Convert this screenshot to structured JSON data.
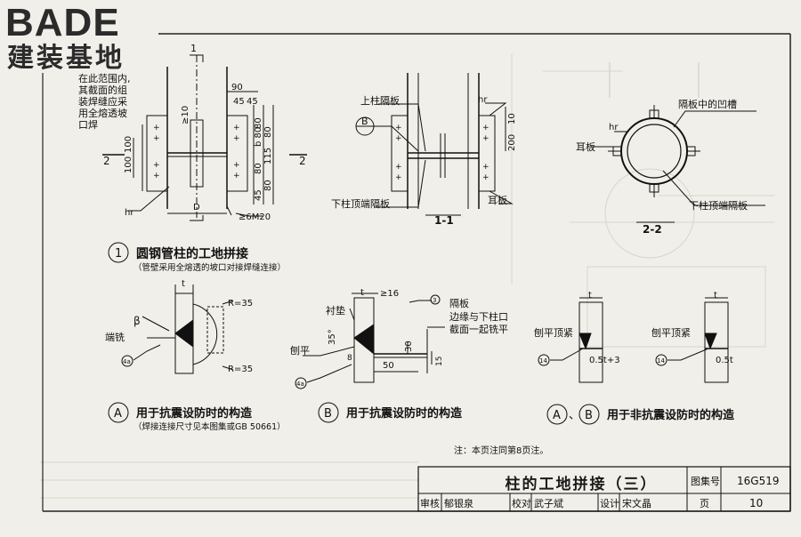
{
  "logo": {
    "text_en": "BADE",
    "text_cn": "建装基地"
  },
  "note_top_left": [
    "在此范围内,",
    "其截面的组",
    "装焊缝应采",
    "用全熔透坡",
    "口焊"
  ],
  "detail1": {
    "number": "1",
    "title": "圆钢管柱的工地拼接",
    "subtitle": "（管壁采用全熔透的坡口对接焊缝连接）",
    "section_mark": "1",
    "cut_label": "2",
    "dims": {
      "d90": "90",
      "d45a": "45",
      "d45b": "45",
      "d10": "10",
      "d100a": "100",
      "d100b": "100",
      "db80": "b 80",
      "d80a": "80",
      "d80b": "80",
      "d45c": "45",
      "d80c": "80",
      "d115": "115",
      "d80d": "80",
      "hr": "hr",
      "D": "D",
      "bolt": "≥6M20",
      "ge10": "≥10"
    }
  },
  "section11": {
    "title": "1-1",
    "upper_diaphragm": "上柱隔板",
    "lower_diaphragm": "下柱顶端隔板",
    "ear_plate": "耳板",
    "hr": "hr",
    "marker_letter": "B",
    "dims": {
      "d10": "10",
      "d200": "200"
    }
  },
  "section22": {
    "title": "2-2",
    "groove_label": "隔板中的凹槽",
    "ear_plate": "耳板",
    "hr": "hr",
    "lower_diaphragm": "下柱顶端隔板"
  },
  "detailA": {
    "letter": "A",
    "title": "用于抗震设防时的构造",
    "subtitle": "（焊接连接尺寸见本图集或GB 50661）",
    "t": "t",
    "r35a": "R=35",
    "r35b": "R=35",
    "beta": "β",
    "end_mill": "端铣",
    "ref": "4a"
  },
  "detailB": {
    "letter": "B",
    "title": "用于抗震设防时的构造",
    "t": "t",
    "ge16": "≥16",
    "ref3": "3",
    "pad": "衬垫",
    "angle": "35°",
    "plane": "刨平",
    "diaphragm": "隔板",
    "mill_note": [
      "边缘与下柱口",
      "截面一起铣平"
    ],
    "d30": "30",
    "d50": "50",
    "d8": "8",
    "d15": "15",
    "ref4a": "4a"
  },
  "detailAB": {
    "letterA": "A",
    "letterB": "B",
    "sep": "、",
    "title": "用于非抗震设防时的构造",
    "label1": "刨平顶紧",
    "label2": "刨平顶紧",
    "dim1": "0.5t+3",
    "dim2": "0.5t",
    "ref14a": "14",
    "ref14b": "14",
    "t1": "t",
    "t2": "t"
  },
  "page_note": "注：本页注同第8页注。",
  "title_block": {
    "title": "柱的工地拼接（三）",
    "atlas_label": "图集号",
    "atlas_value": "16G519",
    "page_label": "页",
    "page_value": "10",
    "review": "审核",
    "review_name": "郁银泉",
    "check": "校对",
    "check_name": "武子斌",
    "design": "设计",
    "design_name": "宋文晶"
  },
  "colors": {
    "paper": "#f1efe9",
    "ink": "#111111",
    "logo": "#2b2b2b"
  }
}
